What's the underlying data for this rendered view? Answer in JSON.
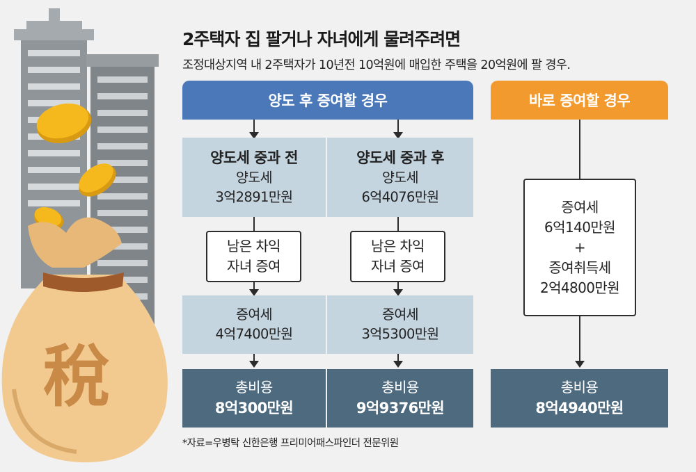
{
  "title": "2주택자 집 팔거나 자녀에게 물려주려면",
  "subtitle": "조정대상지역 내 2주택자가 10년전 10억원에 매입한 주택을 20억원에 팔 경우.",
  "left_header": "양도 후 증여할 경우",
  "right_header": "바로 증여할 경우",
  "col1": {
    "title": "양도세 중과 전",
    "tax_label": "양도세",
    "tax_value": "3억2891만원",
    "mid_line1": "남은 차익",
    "mid_line2": "자녀 증여",
    "gift_label": "증여세",
    "gift_value": "4억7400만원",
    "total_label": "총비용",
    "total_value": "8억300만원"
  },
  "col2": {
    "title": "양도세 중과 후",
    "tax_label": "양도세",
    "tax_value": "6억4076만원",
    "mid_line1": "남은 차익",
    "mid_line2": "자녀 증여",
    "gift_label": "증여세",
    "gift_value": "3억5300만원",
    "total_label": "총비용",
    "total_value": "9억9376만원"
  },
  "col3": {
    "line1": "증여세",
    "line2": "6억140만원",
    "plus": "+",
    "line3": "증여취득세",
    "line4": "2억4800만원",
    "total_label": "총비용",
    "total_value": "8억4940만원"
  },
  "source": "*자료=우병탁 신한은행 프리미어패스파인더 전문위원",
  "illustration": {
    "bag_character": "稅",
    "icons": [
      "apartment-building-icon",
      "money-bag-icon",
      "gold-coin-icon"
    ],
    "colors": {
      "building": "#8f9599",
      "bag": "#f2c98f",
      "coin": "#f2b21a"
    }
  },
  "colors": {
    "blue": "#4a78b8",
    "orange": "#f29a2e",
    "light_box": "#c5d5e0",
    "dark_box": "#4e6a7f"
  }
}
